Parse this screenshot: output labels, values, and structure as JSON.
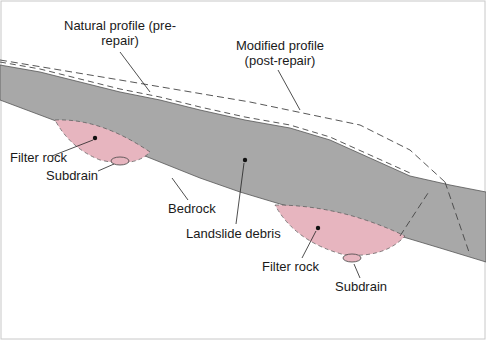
{
  "diagram": {
    "labels": [
      "Natural profile (pre-repair)",
      "Modified profile (post-repair)",
      "Filter rock",
      "Subdrain",
      "Bedrock",
      "Landslide debris",
      "Filter rock",
      "Subdrain"
    ]
  }
}
